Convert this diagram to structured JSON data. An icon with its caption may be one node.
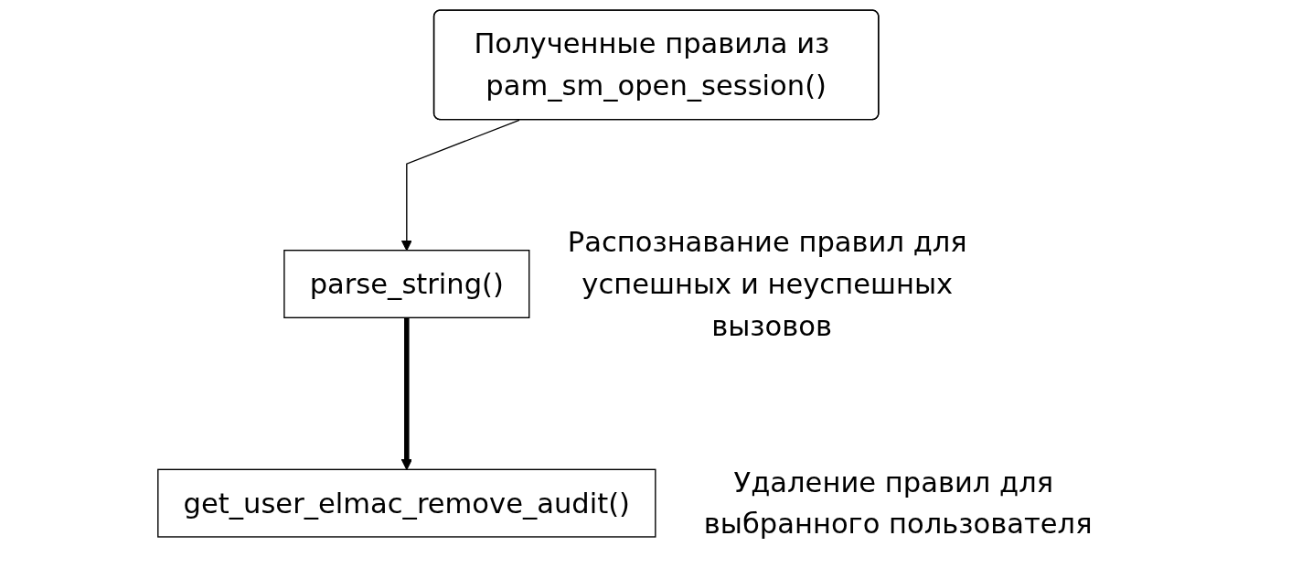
{
  "diagram": {
    "nodes": [
      {
        "text": [
          "Полученные правила из pam_sm_open_session()"
        ]
      },
      {
        "text": [
          "parse_string()"
        ],
        "beside": [
          "Распознавание правил для успешных и неуспешных вызовов"
        ]
      },
      {
        "text": [
          "get_user_elmac_remove_audit()"
        ],
        "beside": [
          "Удаление правил для выбранного пользователя"
        ]
      }
    ],
    "edges": [
      {
        "from": 0,
        "to": 1,
        "arrow": "to"
      },
      {
        "from": 1,
        "to": 2,
        "arrow": "to",
        "style": "thick"
      }
    ]
  }
}
